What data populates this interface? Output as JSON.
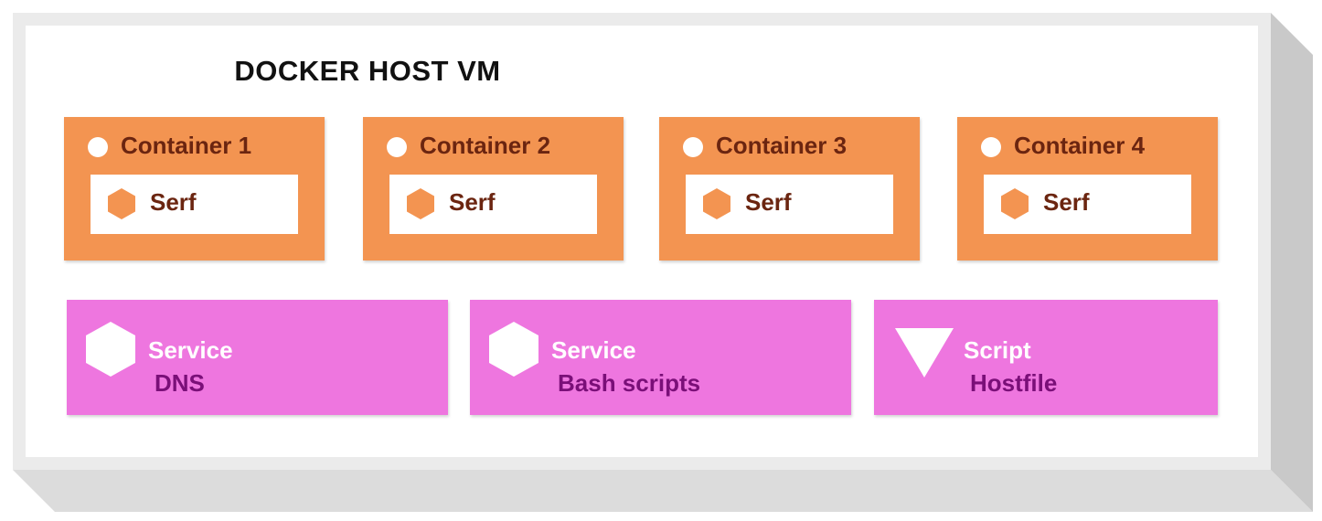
{
  "title": "DOCKER HOST VM",
  "containers": [
    {
      "label": "Container 1",
      "serf_label": "Serf"
    },
    {
      "label": "Container 2",
      "serf_label": "Serf"
    },
    {
      "label": "Container 3",
      "serf_label": "Serf"
    },
    {
      "label": "Container 4",
      "serf_label": "Serf"
    }
  ],
  "services": [
    {
      "type_label": "Service",
      "name": "DNS",
      "icon": "hexagon-icon"
    },
    {
      "type_label": "Service",
      "name": "Bash scripts",
      "icon": "hexagon-icon"
    },
    {
      "type_label": "Script",
      "name": "Hostfile",
      "icon": "triangle-down-icon"
    }
  ],
  "colors": {
    "container_fill": "#f39451",
    "container_text": "#6b2510",
    "serf_icon": "#f39451",
    "service_fill": "#ee76df",
    "service_name_text": "#7a0f78",
    "host_frame": "#ebebeb"
  }
}
